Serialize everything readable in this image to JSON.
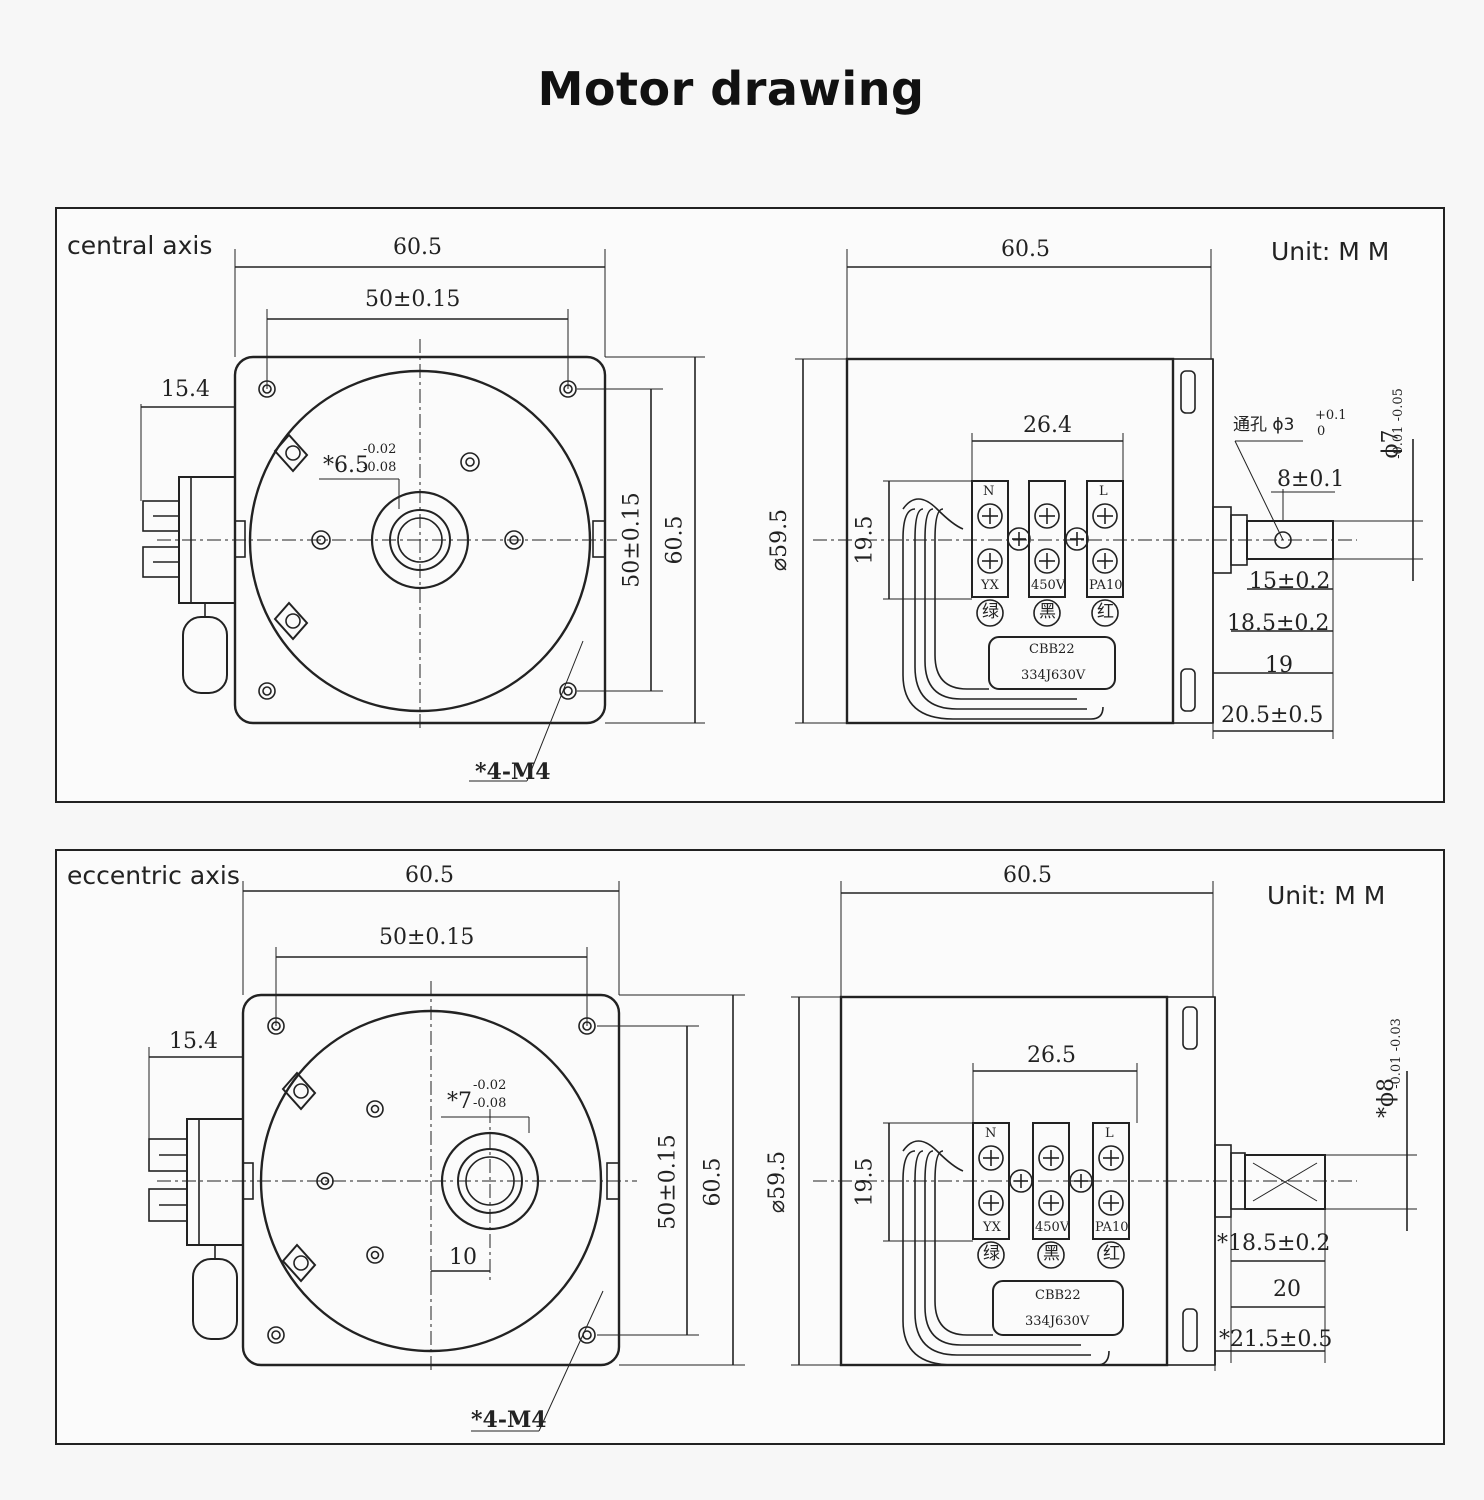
{
  "title": "Motor drawing",
  "panels": [
    {
      "name": "central axis",
      "unit": "Unit: M M",
      "front": {
        "overall_width": "60.5",
        "hole_spacing": "50±0.15",
        "terminal_offset": "15.4",
        "shaft_dia": "*6.5",
        "shaft_tol_upper": "-0.02",
        "shaft_tol_lower": "-0.08",
        "vertical_hole_spacing": "50±0.15",
        "overall_height": "60.5",
        "mount_holes": "*4-M4"
      },
      "side": {
        "overall_length": "60.5",
        "body_dia": "⌀59.5",
        "terminal_pitch": "26.4",
        "terminal_height": "19.5",
        "terminals": [
          "N",
          "L"
        ],
        "terminal_labels": [
          "YX",
          "450V",
          "PA10"
        ],
        "wire_colors": [
          "绿",
          "黑",
          "红"
        ],
        "capacitor_model": "CBB22",
        "capacitor_rating": "334J630V",
        "through_hole": "通孔 ϕ3",
        "through_hole_tol_upper": "+0.1",
        "through_hole_tol_lower": "0",
        "shaft_dia": "ϕ7",
        "shaft_tol": "-0.01 -0.05",
        "flat_width": "8±0.1",
        "dim_a": "15±0.2",
        "dim_b": "18.5±0.2",
        "dim_c": "19",
        "dim_d": "20.5±0.5"
      }
    },
    {
      "name": "eccentric axis",
      "unit": "Unit: M M",
      "front": {
        "overall_width": "60.5",
        "hole_spacing": "50±0.15",
        "terminal_offset": "15.4",
        "shaft_dia": "*7",
        "shaft_tol_upper": "-0.02",
        "shaft_tol_lower": "-0.08",
        "offset": "10",
        "vertical_hole_spacing": "50±0.15",
        "overall_height": "60.5",
        "mount_holes": "*4-M4"
      },
      "side": {
        "overall_length": "60.5",
        "body_dia": "⌀59.5",
        "terminal_pitch": "26.5",
        "terminal_height": "19.5",
        "terminals": [
          "N",
          "L"
        ],
        "terminal_labels": [
          "YX",
          "450V",
          "PA10"
        ],
        "wire_colors": [
          "绿",
          "黑",
          "红"
        ],
        "capacitor_model": "CBB22",
        "capacitor_rating": "334J630V",
        "shaft_dia": "*ϕ8",
        "shaft_tol": "-0.01 -0.03",
        "dim_a": "*18.5±0.2",
        "dim_c": "20",
        "dim_d": "*21.5±0.5"
      }
    }
  ]
}
